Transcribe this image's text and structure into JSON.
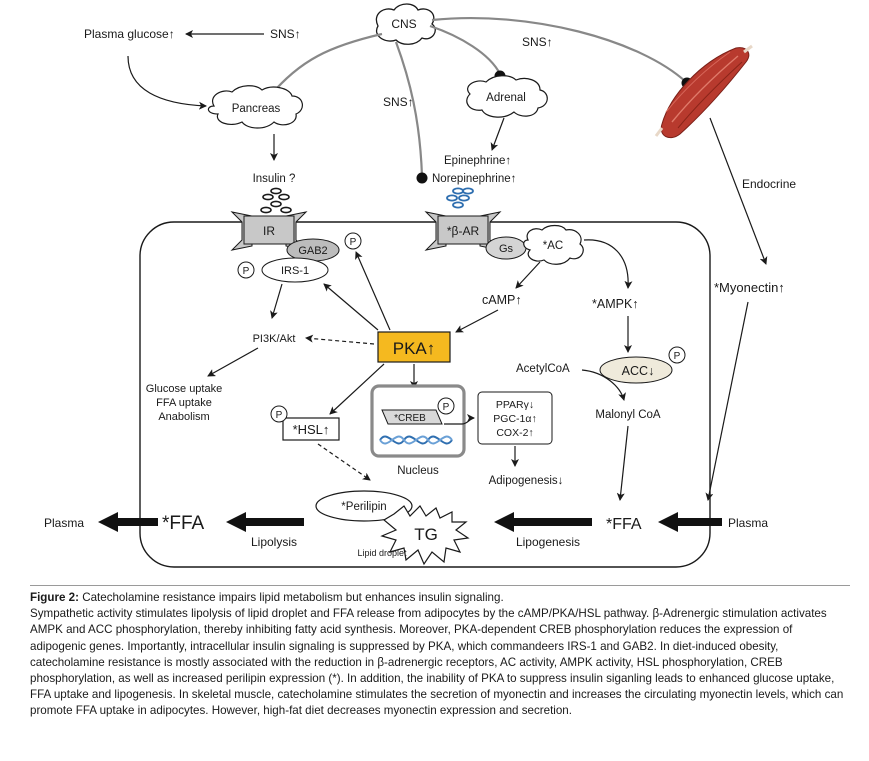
{
  "labels": {
    "cns": "CNS",
    "sns_left": "SNS↑",
    "sns_mid": "SNS↑",
    "sns_right": "SNS↑",
    "plasma_glucose": "Plasma glucose↑",
    "pancreas": "Pancreas",
    "adrenal": "Adrenal",
    "insulin": "Insulin ?",
    "epinephrine": "Epinephrine↑",
    "norepinephrine": "Norepinephrine↑",
    "endocrine": "Endocrine",
    "myonectin": "*Myonectin↑",
    "ir": "IR",
    "beta_ar": "*β-AR",
    "gab2": "GAB2",
    "irs1": "IRS-1",
    "p": "P",
    "gs": "Gs",
    "ac": "*AC",
    "camp": "cAMP↑",
    "ampk": "*AMPK↑",
    "pi3k": "PI3K/Akt",
    "pka": "PKA↑",
    "acetyl_coa": "AcetylCoA",
    "acc": "ACC↓",
    "malonyl_coa": "Malonyl CoA",
    "glucose_uptake": "Glucose uptake",
    "ffa_uptake": "FFA uptake",
    "anabolism": "Anabolism",
    "hsl": "*HSL↑",
    "creb": "*CREB",
    "ppar": "PPARγ↓",
    "pgc": "PGC-1α↑",
    "cox": "COX-2↑",
    "nucleus": "Nucleus",
    "adipogenesis": "Adipogenesis↓",
    "perilipin": "*Perilipin",
    "tg": "TG",
    "lipid_droplet": "Lipid droplet",
    "plasma_left": "Plasma",
    "ffa_left": "*FFA",
    "lipolysis": "Lipolysis",
    "lipogenesis": "Lipogenesis",
    "ffa_right": "*FFA",
    "plasma_right": "Plasma"
  },
  "colors": {
    "pka_fill": "#f5b91f",
    "gab2_fill": "#bcbcbc",
    "gs_fill": "#d4d4d4",
    "acc_fill": "#efeadb",
    "nucleus_border": "#8a8a8a",
    "dna": "#2f6fb0",
    "receptor": "#c8c8c8",
    "muscle": "#b83a2e"
  },
  "caption": {
    "title": "Figure 2:",
    "title_text": "Catecholamine resistance impairs lipid metabolism but enhances insulin signaling.",
    "body": "Sympathetic activity stimulates lipolysis of lipid droplet and FFA release from adipocytes by the cAMP/PKA/HSL pathway. β-Adrenergic stimulation activates AMPK and ACC phosphorylation, thereby inhibiting fatty acid synthesis. Moreover, PKA-dependent CREB phosphorylation reduces the expression of adipogenic genes. Importantly, intracellular insulin signaling is suppressed by PKA, which commandeers IRS-1 and GAB2. In diet-induced obesity, catecholamine resistance is mostly associated with the reduction in β-adrenergic receptors, AC activity, AMPK activity, HSL phosphorylation, CREB phosphorylation, as well as increased perilipin expression (*). In addition, the inability of PKA to suppress insulin siganling leads to enhanced glucose uptake, FFA uptake and lipogenesis. In skeletal muscle, catecholamine stimulates the secretion of myonectin and increases the circulating myonectin levels, which can promote FFA uptake in adipocytes. However, high-fat diet decreases myonectin expression and secretion."
  }
}
